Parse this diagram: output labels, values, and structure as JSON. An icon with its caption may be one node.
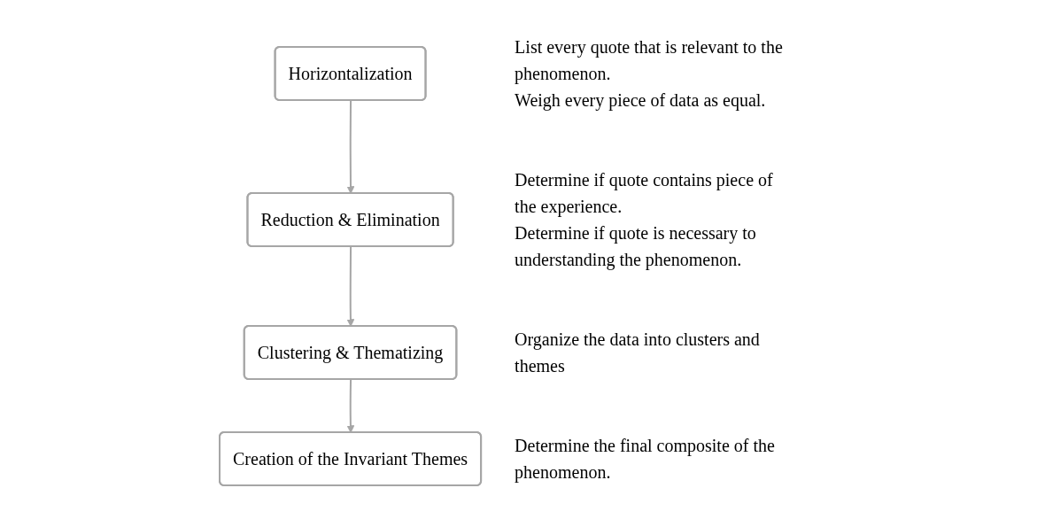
{
  "diagram": {
    "nodes": [
      {
        "text": [
          "Horizontalization"
        ],
        "beside": [
          "List every quote that is relevant to the phenomenon.",
          "Weigh every piece of data as equal."
        ]
      },
      {
        "text": [
          "Reduction & Elimination"
        ],
        "beside": [
          "Determine if quote contains piece of the experience.",
          "Determine if quote is necessary to understanding the phenomenon."
        ]
      },
      {
        "text": [
          "Clustering & Thematizing"
        ],
        "beside": [
          "Organize the data into clusters and themes"
        ]
      },
      {
        "text": [
          "Creation of the Invariant Themes"
        ],
        "beside": [
          "Determine the final composite of the phenomenon."
        ]
      }
    ],
    "edges": [
      {
        "from": 0,
        "to": 1,
        "arrow": "to"
      },
      {
        "from": 1,
        "to": 2,
        "arrow": "to"
      },
      {
        "from": 2,
        "to": 3,
        "arrow": "to"
      }
    ]
  }
}
